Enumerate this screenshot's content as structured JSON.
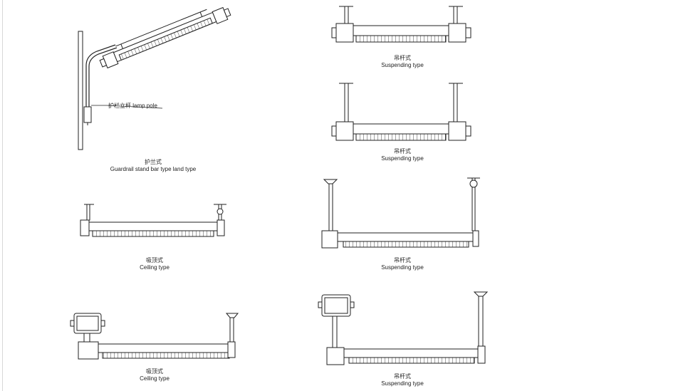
{
  "captions": {
    "guardrail": {
      "cn": "护兰式",
      "en": "Guardrail stand bar type land type"
    },
    "pole_label": "护栏立杆 lamp pole",
    "suspending_1": {
      "cn": "吊杆式",
      "en": "Suspending type"
    },
    "suspending_2": {
      "cn": "吊杆式",
      "en": "Suspending type"
    },
    "ceiling_1": {
      "cn": "吸顶式",
      "en": "Ceiling type"
    },
    "suspending_3": {
      "cn": "吊杆式",
      "en": "Suspending type"
    },
    "ceiling_2": {
      "cn": "吸顶式",
      "en": "Ceiling type"
    },
    "suspending_4": {
      "cn": "吊杆式",
      "en": "Suspending type"
    }
  }
}
